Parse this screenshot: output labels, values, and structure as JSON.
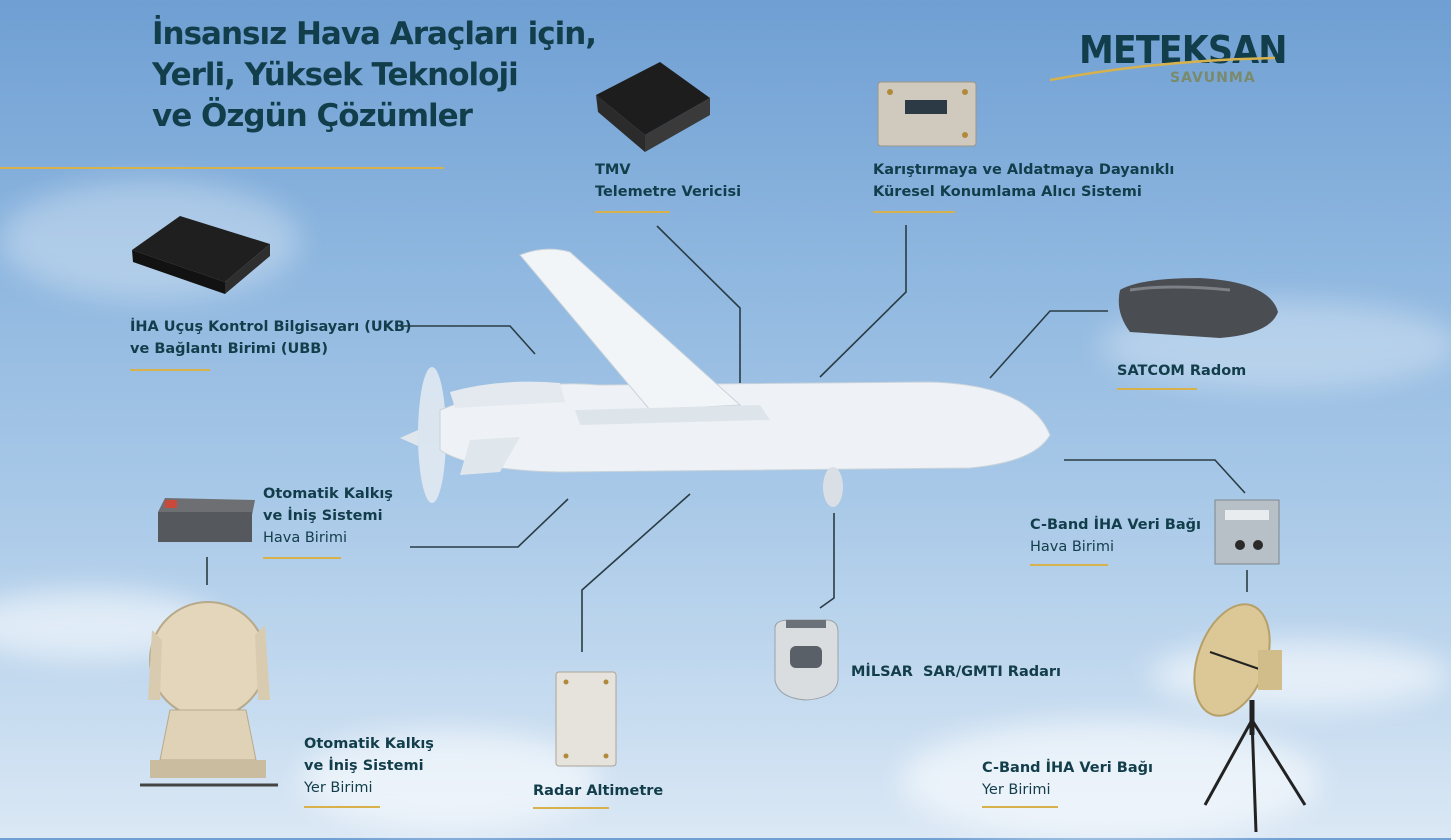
{
  "title": {
    "line1": "İnsansız Hava Araçları için,",
    "line2": "Yerli, Yüksek Teknoloji",
    "line3": "ve Özgün Çözümler"
  },
  "logo": {
    "name": "METEKSAN",
    "sub": "SAVUNMA"
  },
  "labels": {
    "tmv": {
      "l1": "TMV",
      "l2": "Telemetre Vericisi"
    },
    "gnss": {
      "l1": "Karıştırmaya ve Aldatmaya Dayanıklı",
      "l2": "Küresel Konumlama Alıcı Sistemi"
    },
    "ukb": {
      "l1": "İHA Uçuş Kontrol Bilgisayarı (UKB)",
      "l2": "ve Bağlantı Birimi (UBB)"
    },
    "satcom": {
      "l1": "SATCOM Radom"
    },
    "oki_air": {
      "l1": "Otomatik Kalkış",
      "l2": "ve İniş Sistemi",
      "l3": "Hava Birimi"
    },
    "cband_air": {
      "l1": "C-Band İHA Veri Bağı",
      "l2": "Hava Birimi"
    },
    "milsar": {
      "l1": "MİLSAR  SAR/GMTI Radarı"
    },
    "oki_ground": {
      "l1": "Otomatik Kalkış",
      "l2": "ve İniş Sistemi",
      "l3": "Yer Birimi"
    },
    "altimeter": {
      "l1": "Radar Altimetre"
    },
    "cband_ground": {
      "l1": "C-Band İHA Veri Bağı",
      "l2": "Yer Birimi"
    }
  },
  "colors": {
    "title": "#123d4a",
    "accent": "#d7b24c",
    "sky": "#8db6df"
  },
  "icons": [
    "tmv-device-icon",
    "gnss-receiver-icon",
    "flight-computer-icon",
    "satcom-radome-icon",
    "oki-air-unit-icon",
    "cband-air-unit-icon",
    "milsar-radar-icon",
    "oki-ground-unit-icon",
    "radar-altimeter-icon",
    "cband-ground-antenna-icon",
    "uav-drone-icon"
  ]
}
